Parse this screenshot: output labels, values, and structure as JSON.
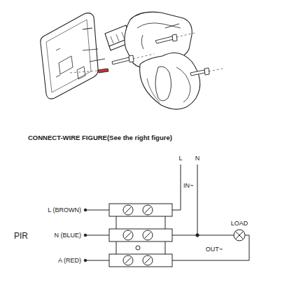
{
  "diagram": {
    "title": "CONNECT-WIRE FIGURE(See the right figure)",
    "labels": [
      "L",
      "N",
      "IN~",
      "L (BROWN)",
      "PIR",
      "N (BLUE)",
      "A (RED)",
      "LOAD",
      "OUT~"
    ]
  }
}
